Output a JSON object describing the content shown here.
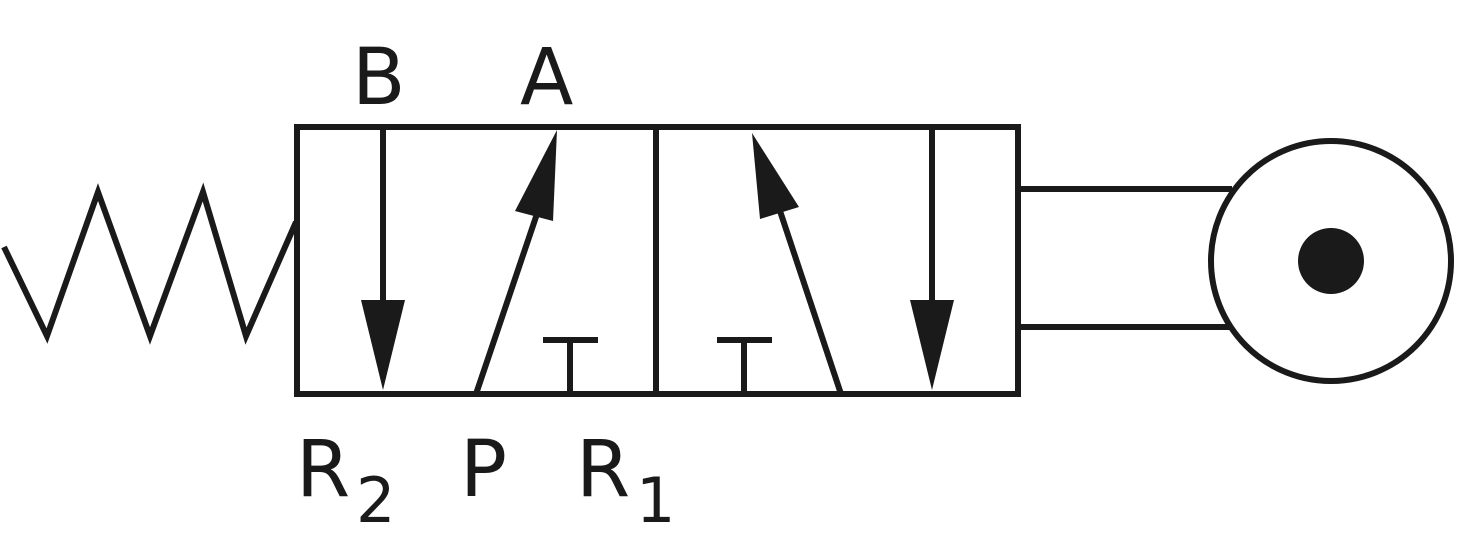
{
  "ports": {
    "b": {
      "label": "B"
    },
    "a": {
      "label": "A"
    },
    "r2": {
      "label": "R",
      "subscript": "2"
    },
    "p": {
      "label": "P"
    },
    "r1": {
      "label": "R",
      "subscript": "1"
    }
  },
  "colors": {
    "line": "#1a1a1a",
    "background": "#ffffff"
  },
  "icons": {
    "spring": "spring-return-icon",
    "roller": "roller-actuator-icon"
  }
}
